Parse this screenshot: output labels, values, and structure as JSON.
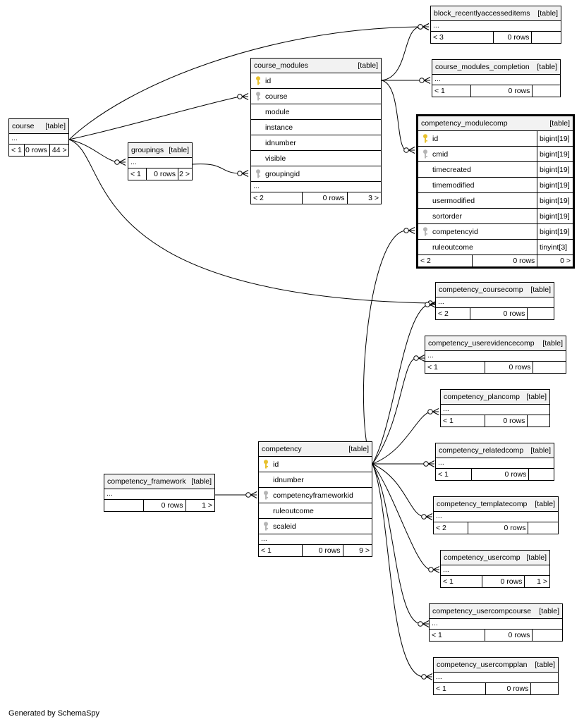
{
  "footer_text": "Generated by SchemaSpy",
  "tables": [
    {
      "id": "course",
      "name": "course",
      "tag": "[table]",
      "columns": [],
      "ellipsis": "...",
      "footer": [
        "< 1",
        "0 rows",
        "44 >"
      ]
    },
    {
      "id": "groupings",
      "name": "groupings",
      "tag": "[table]",
      "columns": [],
      "ellipsis": "...",
      "footer": [
        "< 1",
        "0 rows",
        "2 >"
      ]
    },
    {
      "id": "course_modules",
      "name": "course_modules",
      "tag": "[table]",
      "columns": [
        {
          "name": "id",
          "key": "pk"
        },
        {
          "name": "course",
          "key": "fk"
        },
        {
          "name": "module",
          "key": ""
        },
        {
          "name": "instance",
          "key": ""
        },
        {
          "name": "idnumber",
          "key": ""
        },
        {
          "name": "visible",
          "key": ""
        },
        {
          "name": "groupingid",
          "key": "fk"
        }
      ],
      "ellipsis": "...",
      "footer": [
        "< 2",
        "0 rows",
        "3 >"
      ]
    },
    {
      "id": "block_recentlyaccesseditems",
      "name": "block_recentlyaccesseditems",
      "tag": "[table]",
      "columns": [],
      "ellipsis": "...",
      "footer": [
        "< 3",
        "0 rows",
        ""
      ]
    },
    {
      "id": "course_modules_completion",
      "name": "course_modules_completion",
      "tag": "[table]",
      "columns": [],
      "ellipsis": "...",
      "footer": [
        "< 1",
        "0 rows",
        ""
      ]
    },
    {
      "id": "competency_modulecomp",
      "name": "competency_modulecomp",
      "tag": "[table]",
      "columns": [
        {
          "name": "id",
          "key": "pk",
          "type": "bigint[19]"
        },
        {
          "name": "cmid",
          "key": "fk",
          "type": "bigint[19]"
        },
        {
          "name": "timecreated",
          "key": "",
          "type": "bigint[19]"
        },
        {
          "name": "timemodified",
          "key": "",
          "type": "bigint[19]"
        },
        {
          "name": "usermodified",
          "key": "",
          "type": "bigint[19]"
        },
        {
          "name": "sortorder",
          "key": "",
          "type": "bigint[19]"
        },
        {
          "name": "competencyid",
          "key": "fk",
          "type": "bigint[19]"
        },
        {
          "name": "ruleoutcome",
          "key": "",
          "type": "tinyint[3]"
        }
      ],
      "ellipsis": "",
      "footer": [
        "< 2",
        "0 rows",
        "0 >"
      ]
    },
    {
      "id": "competency_coursecomp",
      "name": "competency_coursecomp",
      "tag": "[table]",
      "columns": [],
      "ellipsis": "...",
      "footer": [
        "< 2",
        "0 rows",
        ""
      ]
    },
    {
      "id": "competency_userevidencecomp",
      "name": "competency_userevidencecomp",
      "tag": "[table]",
      "columns": [],
      "ellipsis": "...",
      "footer": [
        "< 1",
        "0 rows",
        ""
      ]
    },
    {
      "id": "competency_plancomp",
      "name": "competency_plancomp",
      "tag": "[table]",
      "columns": [],
      "ellipsis": "...",
      "footer": [
        "< 1",
        "0 rows",
        ""
      ]
    },
    {
      "id": "competency_relatedcomp",
      "name": "competency_relatedcomp",
      "tag": "[table]",
      "columns": [],
      "ellipsis": "...",
      "footer": [
        "< 1",
        "0 rows",
        ""
      ]
    },
    {
      "id": "competency_templatecomp",
      "name": "competency_templatecomp",
      "tag": "[table]",
      "columns": [],
      "ellipsis": "...",
      "footer": [
        "< 2",
        "0 rows",
        ""
      ]
    },
    {
      "id": "competency_usercomp",
      "name": "competency_usercomp",
      "tag": "[table]",
      "columns": [],
      "ellipsis": "...",
      "footer": [
        "< 1",
        "0 rows",
        "1 >"
      ]
    },
    {
      "id": "competency_usercompcourse",
      "name": "competency_usercompcourse",
      "tag": "[table]",
      "columns": [],
      "ellipsis": "...",
      "footer": [
        "< 1",
        "0 rows",
        ""
      ]
    },
    {
      "id": "competency_usercompplan",
      "name": "competency_usercompplan",
      "tag": "[table]",
      "columns": [],
      "ellipsis": "...",
      "footer": [
        "< 1",
        "0 rows",
        ""
      ]
    },
    {
      "id": "competency",
      "name": "competency",
      "tag": "[table]",
      "columns": [
        {
          "name": "id",
          "key": "pk"
        },
        {
          "name": "idnumber",
          "key": ""
        },
        {
          "name": "competencyframeworkid",
          "key": "fk"
        },
        {
          "name": "ruleoutcome",
          "key": ""
        },
        {
          "name": "scaleid",
          "key": "fk"
        }
      ],
      "ellipsis": "...",
      "footer": [
        "< 1",
        "0 rows",
        "9 >"
      ]
    },
    {
      "id": "competency_framework",
      "name": "competency_framework",
      "tag": "[table]",
      "columns": [],
      "ellipsis": "...",
      "footer": [
        "",
        "0 rows",
        "1 >"
      ]
    }
  ],
  "relationships": [
    {
      "from": "course",
      "to": "block_recentlyaccesseditems"
    },
    {
      "from": "course",
      "to": "course_modules"
    },
    {
      "from": "course",
      "to": "groupings"
    },
    {
      "from": "course",
      "to": "competency_coursecomp"
    },
    {
      "from": "groupings",
      "to": "course_modules"
    },
    {
      "from": "course_modules",
      "to": "block_recentlyaccesseditems"
    },
    {
      "from": "course_modules",
      "to": "course_modules_completion"
    },
    {
      "from": "course_modules",
      "to": "competency_modulecomp"
    },
    {
      "from": "competency",
      "to": "competency_modulecomp"
    },
    {
      "from": "competency",
      "to": "competency_coursecomp"
    },
    {
      "from": "competency",
      "to": "competency_userevidencecomp"
    },
    {
      "from": "competency",
      "to": "competency_plancomp"
    },
    {
      "from": "competency",
      "to": "competency_relatedcomp"
    },
    {
      "from": "competency",
      "to": "competency_templatecomp"
    },
    {
      "from": "competency",
      "to": "competency_usercomp"
    },
    {
      "from": "competency",
      "to": "competency_usercompcourse"
    },
    {
      "from": "competency",
      "to": "competency_usercompplan"
    },
    {
      "from": "competency_framework",
      "to": "competency"
    }
  ]
}
